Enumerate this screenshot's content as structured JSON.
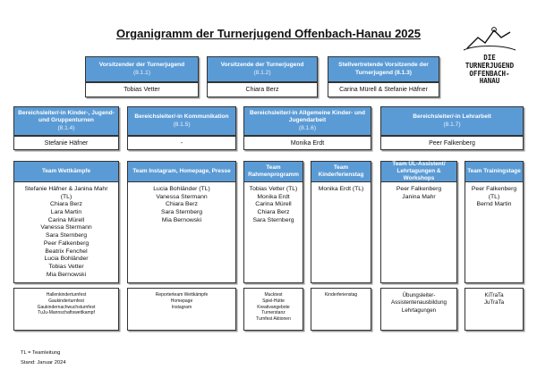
{
  "title": "Organigramm der Turnerjugend Offenbach-Hanau 2025",
  "logo": {
    "lines": [
      "DIE",
      "TURNERJUGEND",
      "OFFENBACH-",
      "HANAU"
    ]
  },
  "board": [
    {
      "role": "Vorsitzender der Turnerjugend",
      "code": "(8.1.1)",
      "person": "Tobias Vetter"
    },
    {
      "role": "Vorsitzende der Turnerjugend",
      "code": "(8.1.2)",
      "person": "Chiara Berz"
    },
    {
      "role": "Stellvertretende Vorsitzende der Turnerjugend (8.1.3)",
      "code": "",
      "person": "Carina Mürell & Stefanie Häfner"
    }
  ],
  "divisions": [
    {
      "role": "Bereichsleiter/-in Kinder-, Jugend- und Gruppenturnen",
      "code": "(8.1.4)",
      "person": "Stefanie Häfner"
    },
    {
      "role": "Bereichsleiter/-in Kommunikation",
      "code": "(8.1.5)",
      "person": "-"
    },
    {
      "role": "Bereichsleiter/-in Allgemeine Kinder- und Jugendarbeit",
      "code": "(8.1.6)",
      "person": "Monika Erdt"
    },
    {
      "role": "Bereichsleiter/-in Lehrarbeit",
      "code": "(8.1.7)",
      "person": "Peer Falkenberg"
    }
  ],
  "teams": [
    {
      "name": "Team Wettkämpfe",
      "members": [
        "Stefanie Häfner & Janina Mahr",
        "(TL)",
        "Chiara Berz",
        "Lara Martin",
        "Carina Mürell",
        "Vanessa Stermann",
        "Sara Sternberg",
        "Peer Falkenberg",
        "Beatrix Fenchel",
        "Lucia Bohländer",
        "Tobias Vetter",
        "Mia Bernowski"
      ],
      "activities": [
        "Hallenkinderturnfest",
        "Gaukinderturnfest",
        "Gaukindernachwuchsturnfest",
        "TuJu-Mannschaftswettkampf"
      ]
    },
    {
      "name": "Team Instagram, Homepage, Presse",
      "members": [
        "Lucia Bohländer (TL)",
        "Vanessa Stermann",
        "Chiara Berz",
        "Sara Sternberg",
        "Mia Bernowski"
      ],
      "activities": [
        "Reporterteam Wettkämpfe",
        "Homepage",
        "Instagram"
      ]
    },
    {
      "name": "Team Rahmenprogramm",
      "members": [
        "Tobias Vetter (TL)",
        "Monika Erdt",
        "Carina Mürell",
        "Chiara Berz",
        "Sara Sternberg"
      ],
      "activities": [
        "Mucktest",
        "Spiel-Hütte",
        "Kreativangebote",
        "Turnerstanz",
        "Turnfest Aktionen"
      ]
    },
    {
      "name": "Team Kinderferienstag",
      "members": [
        "Monika Erdt (TL)"
      ],
      "activities": [
        "Kinderferienstag"
      ]
    },
    {
      "name": "Team ÜL-Assistent/ Lehrtagungen & Workshops",
      "members": [
        "Peer Falkenberg",
        "Janina Mahr"
      ],
      "activities": [
        "Übungsleiter-",
        "Assistentenausbildung",
        "Lehrtagungen"
      ]
    },
    {
      "name": "Team Trainingstage",
      "members": [
        "Peer Falkenberg",
        "(TL)",
        "Bernd Martin"
      ],
      "activities": [
        "KiTraTa",
        "JuTraTa"
      ]
    }
  ],
  "footnotes": {
    "legend": "TL = Teamleitung",
    "date": "Stand: Januar 2024"
  }
}
